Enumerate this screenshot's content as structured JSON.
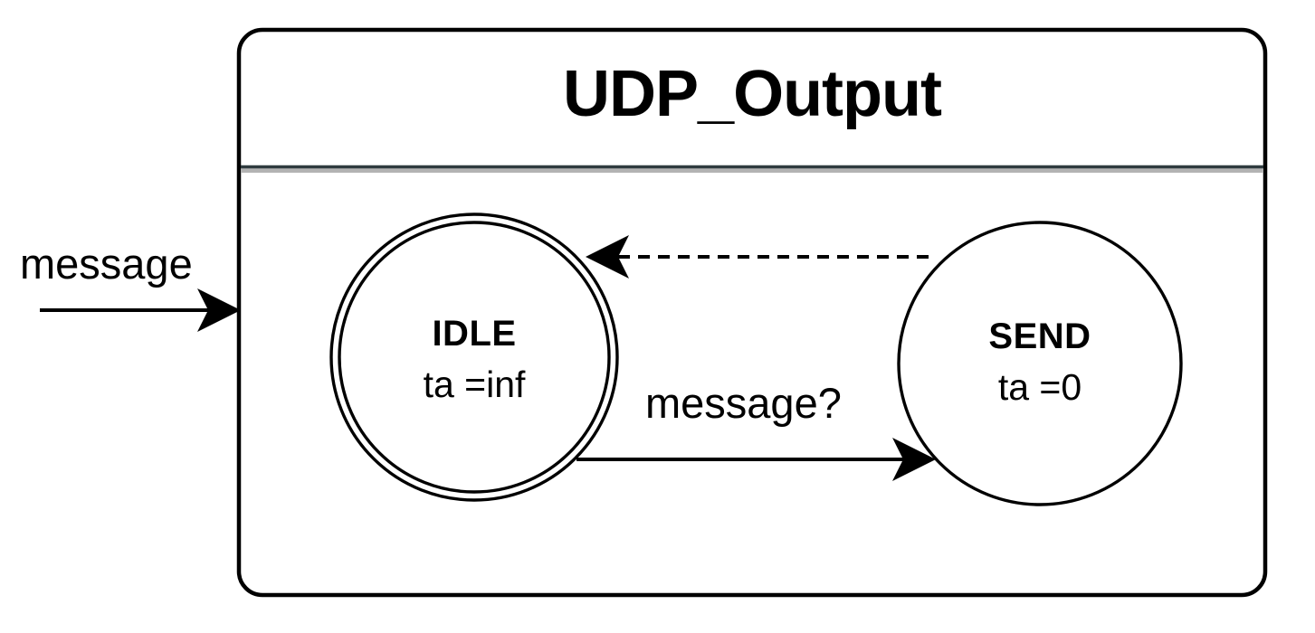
{
  "diagram": {
    "type": "state-machine",
    "model": {
      "title": "UDP_Output",
      "shape": "rounded-rectangle"
    },
    "external_inputs": [
      {
        "label": "message",
        "arrow": "solid",
        "direction": "into-model",
        "target": "model-left-edge"
      }
    ],
    "states": [
      {
        "id": "idle",
        "name": "IDLE",
        "ta": "ta =inf",
        "initial": true,
        "shape": "double-circle"
      },
      {
        "id": "send",
        "name": "SEND",
        "ta": "ta =0",
        "initial": false,
        "shape": "circle"
      }
    ],
    "transitions": [
      {
        "id": "idle-to-send",
        "from": "IDLE",
        "to": "SEND",
        "label": "message?",
        "style": "solid",
        "kind": "external"
      },
      {
        "id": "send-to-idle",
        "from": "SEND",
        "to": "IDLE",
        "label": "",
        "style": "dashed",
        "kind": "internal"
      }
    ],
    "colors": {
      "stroke": "#000000",
      "background": "#ffffff",
      "divider": "#9a9a9a",
      "text": "#000000"
    }
  }
}
